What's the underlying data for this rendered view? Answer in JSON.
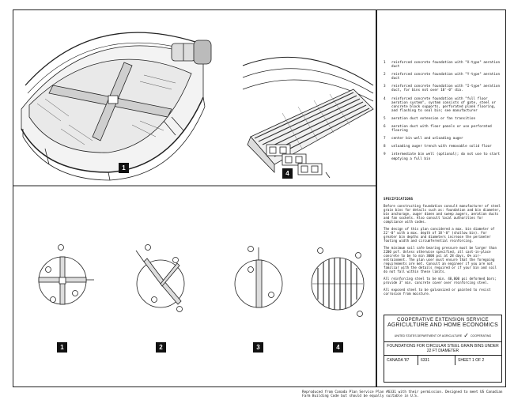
{
  "legend": [
    {
      "n": "1",
      "text": "reinforced concrete foundation with \"X-type\" aeration duct"
    },
    {
      "n": "2",
      "text": "reinforced concrete foundation with \"Y-type\" aeration duct"
    },
    {
      "n": "3",
      "text": "reinforced concrete foundation with \"I-type\" aeration duct, for bins not over 18'-0\" dia."
    },
    {
      "n": "4",
      "text": "reinforced concrete foundation with \"full floor aeration system\", system consists of gate, steel or concrete block supports, perforated plank flooring, and flashing to seal bin; see manufacturer"
    },
    {
      "n": "5",
      "text": "aeration duct extension or fan transition"
    },
    {
      "n": "6",
      "text": "aeration duct with floor panels or use perforated flooring"
    },
    {
      "n": "7",
      "text": "center bin well and unloading auger"
    },
    {
      "n": "8",
      "text": "unloading auger trench with removable solid floor"
    },
    {
      "n": "9",
      "text": "intermediate bin well (optional); do not use to start emptying a full bin"
    }
  ],
  "specs": {
    "heading": "SPECIFICATIONS",
    "paragraphs": [
      "Before constructing foundation consult manufacturer of steel grain bins for details such as: foundation and bin diameter, bin anchorage, auger dimen and sweep augers, aeration ducts and fan sockets. Also consult local authorities for compliance with codes.",
      "The design of this plan considered a max. bin diameter of 22'-0\" with a max. depth of 18'-0\" (shallow bin). For greater bin depths and diameters increase the perimeter footing width and circumferential reinforcing.",
      "The minimum soil safe bearing pressure must be larger than 2200 psf. Unless otherwise specified, all cast-in-place concrete to be to min 3000 psi at 28 days, 6% air-entrainment. The plan user must ensure that the foregoing requirements are met. Consult an engineer if you are not familiar with the details required or if your bin and soil do not fall within these limits.",
      "All reinforcing steel to be min. 40,000 psi deformed bars; provide 3\" min. concrete cover over reinforcing steel.",
      "All exposed steel to be galvanized or painted to resist corrosion from moisture."
    ]
  },
  "title_block": {
    "org1": "COOPERATIVE EXTENSION SERVICE",
    "org2": "AGRICULTURE AND HOME ECONOMICS",
    "logo_left": "UNITED STATES DEPARTMENT OF AGRICULTURE",
    "logo_right": "COOPERATING",
    "plan_title": "FOUNDATIONS FOR CIRCULAR STEEL GRAIN BINS UNDER 22 FT DIAMETER",
    "country": "CANADA '87",
    "plan_no": "6331",
    "sheet": "SHEET 1 OF 2"
  },
  "figure_labels": [
    "1",
    "4",
    "1",
    "2",
    "3",
    "4"
  ],
  "footer": "Reproduced from Canada Plan Service Plan #6331 with their permission. Designed to meet US Canadian Farm Building Code but should be equally suitable in U.S."
}
